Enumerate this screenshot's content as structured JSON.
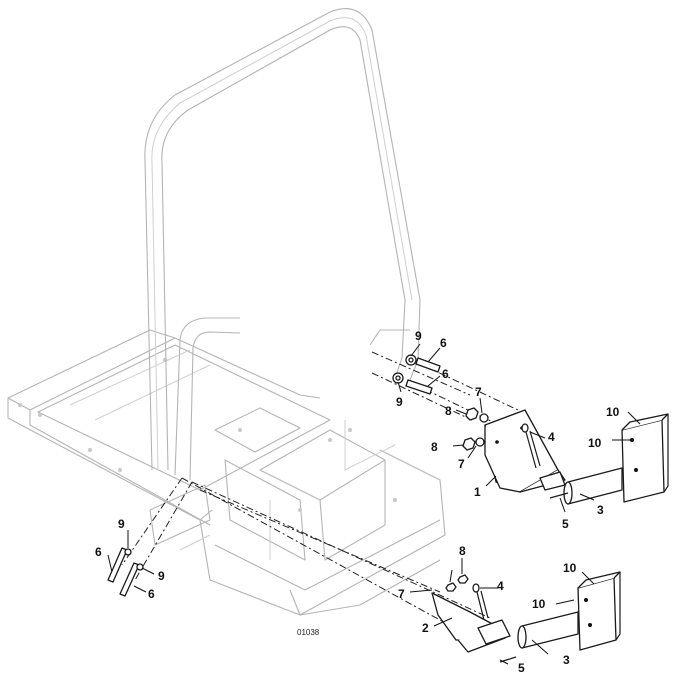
{
  "figure_number": "01038",
  "callouts": {
    "c1": "1",
    "c2": "2",
    "c3a": "3",
    "c3b": "3",
    "c4a": "4",
    "c4b": "4",
    "c5a": "5",
    "c5b": "5",
    "c6a": "6",
    "c6b": "6",
    "c6c": "6",
    "c6d": "6",
    "c7a": "7",
    "c7b": "7",
    "c7c": "7",
    "c8a": "8",
    "c8b": "8",
    "c8c": "8",
    "c9a": "9",
    "c9b": "9",
    "c9c": "9",
    "c9d": "9",
    "c10a": "10",
    "c10b": "10",
    "c10c": "10",
    "c10d": "10"
  }
}
